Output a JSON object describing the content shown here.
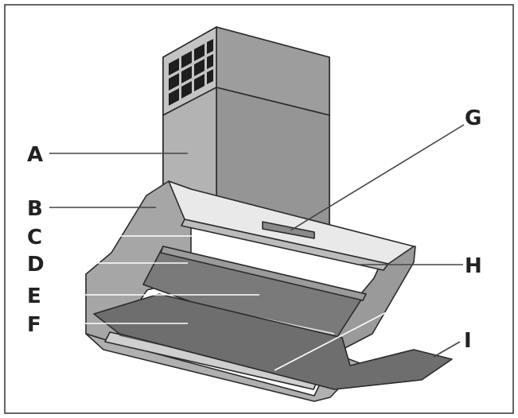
{
  "labels": {
    "A": "A",
    "B": "B",
    "C": "C",
    "D": "D",
    "E": "E",
    "F": "F",
    "G": "G",
    "H": "H",
    "I": "I"
  },
  "colors": {
    "chimney_light": "#bfbfbf",
    "chimney_dark": "#9a9a9a",
    "body_side": "#a9a9a9",
    "front_panel": "#6f6f6f",
    "control_strip": "#e8e8e8",
    "line": "#2b2b2b"
  }
}
